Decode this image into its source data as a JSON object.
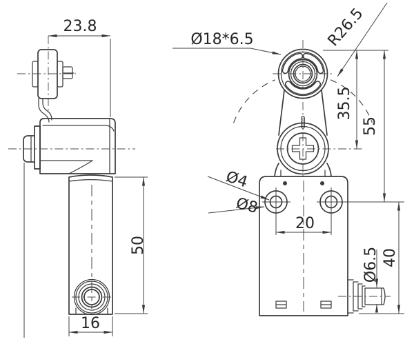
{
  "drawing": {
    "background": "#ffffff",
    "line_color": "#3a3a3a",
    "text_color": "#262626",
    "side_view": {
      "dim_top_width": "23.8",
      "dim_body_height": "50",
      "dim_body_width": "16"
    },
    "front_view": {
      "dim_roller": "Ø18*6.5",
      "dim_swing_radius": "R26.5",
      "dim_pivot_height": "35.5",
      "dim_total_height": "55",
      "dim_hole_inner": "Ø4",
      "dim_hole_outer": "Ø8",
      "dim_hole_spacing": "20",
      "dim_cable_diameter": "Ø6.5",
      "dim_lower_height": "40"
    }
  }
}
